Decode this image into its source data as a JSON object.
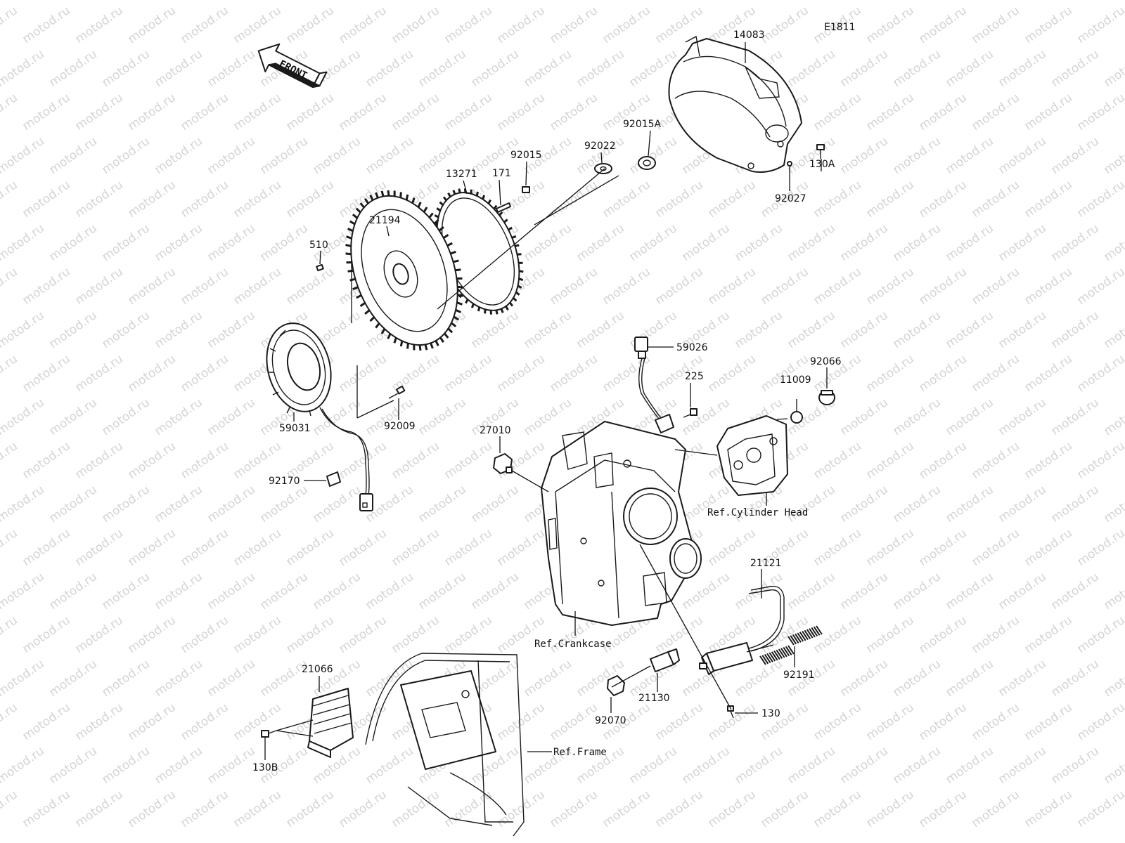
{
  "diagram_code": "E1811",
  "front_arrow_label": "FRONT",
  "watermark": "motod.ru",
  "part_numbers": {
    "p14083": "14083",
    "p92015A": "92015A",
    "p92022": "92022",
    "p92015": "92015",
    "p171": "171",
    "p13271": "13271",
    "p21194": "21194",
    "p510": "510",
    "p130A": "130A",
    "p92027": "92027",
    "p59026": "59026",
    "p225": "225",
    "p11009": "11009",
    "p92066": "92066",
    "p59031": "59031",
    "p92009": "92009",
    "p27010": "27010",
    "p92170": "92170",
    "p21121": "21121",
    "p21066": "21066",
    "p92191": "92191",
    "p21130": "21130",
    "p92070": "92070",
    "p130": "130",
    "p130B": "130B"
  },
  "references": {
    "cylinder_head": "Ref.Cylinder Head",
    "crankcase": "Ref.Crankcase",
    "frame": "Ref.Frame"
  }
}
